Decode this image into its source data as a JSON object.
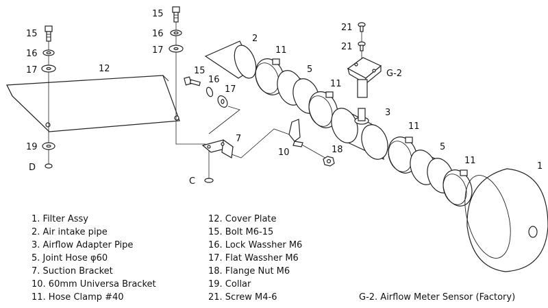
{
  "callouts": {
    "p1": "1",
    "p2": "2",
    "p3": "3",
    "p5a": "5",
    "p5b": "5",
    "p7": "7",
    "p10": "10",
    "p11a": "11",
    "p11b": "11",
    "p11c": "11",
    "p11d": "11",
    "p12": "12",
    "p15a": "15",
    "p15b": "15",
    "p15c": "15",
    "p16a": "16",
    "p16b": "16",
    "p16c": "16",
    "p17a": "17",
    "p17b": "17",
    "p17c": "17",
    "p18": "18",
    "p19": "19",
    "p21a": "21",
    "p21b": "21",
    "g2": "G-2",
    "c": "C",
    "d": "D"
  },
  "legend_left": [
    "1. Filter Assy",
    "2. Air intake pipe",
    "3. Airflow Adapter Pipe",
    "5. Joint Hose  φ60",
    "7. Suction Bracket",
    "10. 60mm Universa Bracket",
    "11. Hose Clamp  #40"
  ],
  "legend_mid": [
    "12. Cover Plate",
    "15. Bolt  M6-15",
    "16. Lock Wassher  M6",
    "17. Flat Wassher  M6",
    "18. Flange Nut  M6",
    "19. Collar",
    "21. Screw  M4-6"
  ],
  "legend_right": "G-2. Airflow Meter Sensor (Factory)"
}
